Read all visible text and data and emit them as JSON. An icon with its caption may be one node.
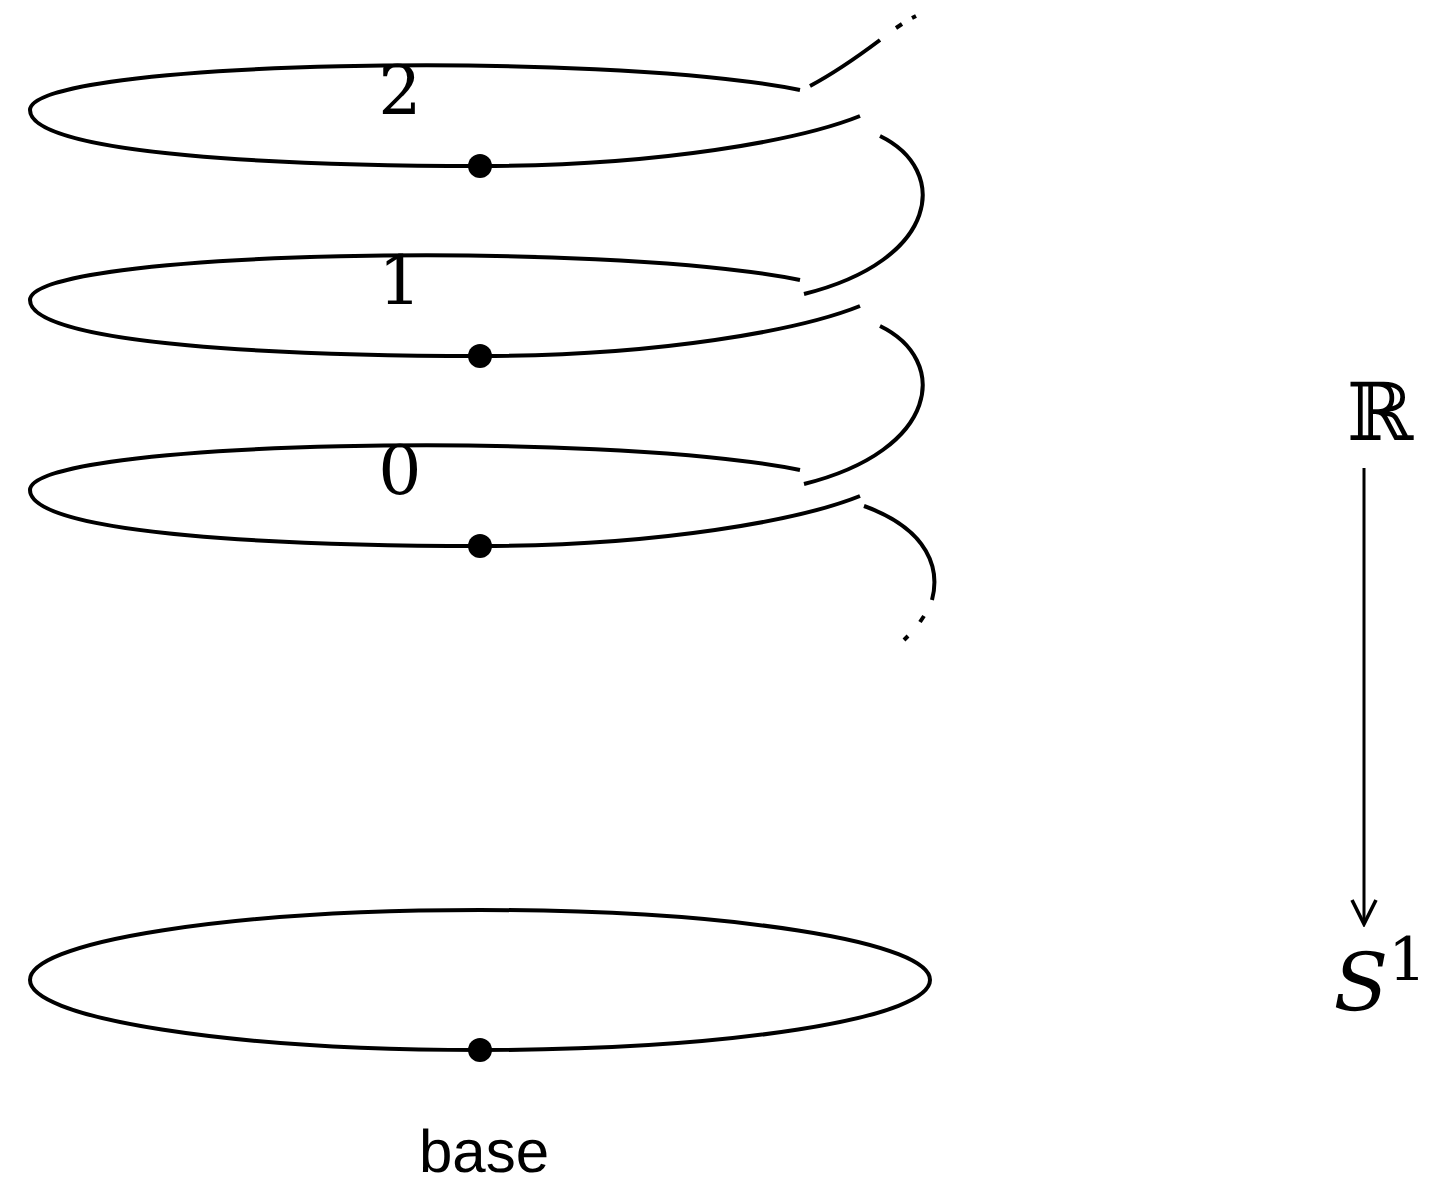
{
  "diagram": {
    "nodes": [
      {
        "text": [
          "ℝ"
        ]
      },
      {
        "text": [
          "*S*$^{1}$"
        ]
      }
    ],
    "edges": [
      {
        "from": 0,
        "to": 1,
        "arrow": "to"
      }
    ],
    "labels": [
      "2",
      "1",
      "0",
      "base"
    ]
  }
}
